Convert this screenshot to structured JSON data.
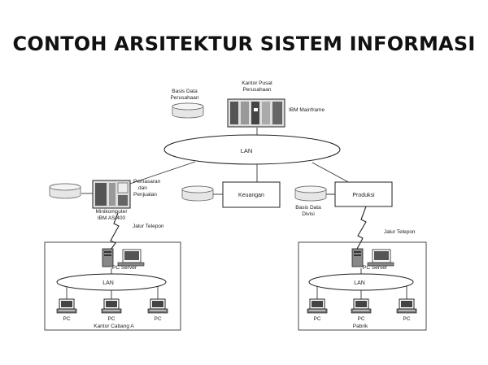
{
  "title": "CONTOH ARSITEKTUR SISTEM INFORMASI",
  "hq": {
    "office_label": [
      "Kantor Pusat",
      "Perusahaan"
    ],
    "db_label": [
      "Basis Data",
      "Perusahaan"
    ],
    "mainframe_label": "IBM Mainframe"
  },
  "main_lan": "LAN",
  "marketing": {
    "label": [
      "Pemasaran",
      "dan",
      "Penjualan"
    ],
    "computer_label": [
      "Minikomputer",
      "IBM AS/400"
    ]
  },
  "finance": {
    "label": "Keuangan"
  },
  "production": {
    "label": "Produksi",
    "db_label": [
      "Basis Data",
      "Divisi"
    ]
  },
  "phone_line": "Jalur Telepon",
  "branch": {
    "server": "PC Server",
    "lan": "LAN",
    "pcs": [
      "PC",
      "PC",
      "PC"
    ],
    "caption": "Kantor Cabang A"
  },
  "factory": {
    "server": "PC Server",
    "lan": "LAN",
    "pcs": [
      "PC",
      "PC",
      "PC"
    ],
    "caption": "Pabrik"
  }
}
